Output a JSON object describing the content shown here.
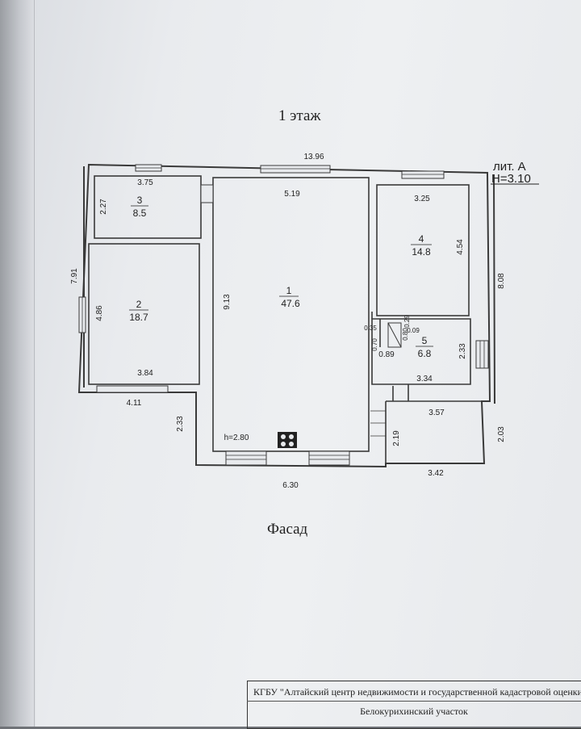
{
  "document": {
    "floor_title": "1 этаж",
    "facade_title": "Фасад",
    "building_label": "лит. А",
    "height_label": "Н=3.10",
    "stamp": {
      "organization": "КГБУ \"Алтайский центр недвижимости и государственной кадастровой оценки\"",
      "branch": "Белокурихинский участок"
    }
  },
  "rooms": [
    {
      "number": "1",
      "area": "47.6"
    },
    {
      "number": "2",
      "area": "18.7"
    },
    {
      "number": "3",
      "area": "8.5"
    },
    {
      "number": "4",
      "area": "14.8"
    },
    {
      "number": "5",
      "area": "6.8"
    }
  ],
  "dimensions": {
    "total_width": "13.96",
    "left_height": "7.91",
    "right_height": "8.08",
    "room3_width": "3.75",
    "room3_height": "2.27",
    "room1_width": "5.19",
    "room1_height": "9.13",
    "room4_width": "3.25",
    "room4_height": "4.54",
    "room2_height": "4.86",
    "room2_width": "3.84",
    "lower_left_width": "4.11",
    "lower_left_height": "2.33",
    "inner_ceiling": "h=2.80",
    "bottom_width": "6.30",
    "room5_a": "0.35",
    "room5_b": "0.70",
    "room5_c": "0.80",
    "room5_d": "0.29",
    "room5_e": "0.09",
    "room5_f": "0.89",
    "room5_height": "2.33",
    "room5_width": "3.34",
    "porch_width": "3.57",
    "porch_height_left": "2.19",
    "porch_height_right": "2.03",
    "porch_bottom_width": "3.42"
  }
}
